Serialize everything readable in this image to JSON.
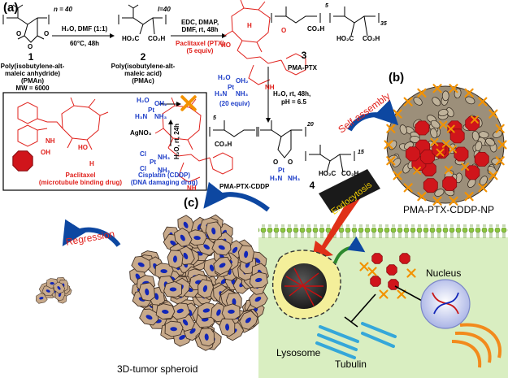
{
  "panel_labels": {
    "a": "(a)",
    "b": "(b)",
    "c": "(c)"
  },
  "reaction": {
    "n_label": "n = 40",
    "l_label": "l=40",
    "step1": [
      "H₂O, DMF (1:1)",
      "60°C, 48h"
    ],
    "step2": [
      "EDC, DMAP,",
      "DMF, rt, 48h"
    ],
    "step2_reagent": [
      "Paclitaxel (PTX)",
      "(5 equiv)"
    ],
    "step3": [
      "H₂O, rt, 48h,",
      "pH = 6.5"
    ],
    "step3_reagent": "(20 equiv)",
    "step_inset": "H₂O, rt, 24h",
    "silver": "AgNO₃",
    "repeat_5a": "5",
    "repeat_35": "35",
    "repeat_5b": "5",
    "repeat_20": "20",
    "repeat_15": "15"
  },
  "compounds": {
    "c1": {
      "number": "1",
      "name": [
        "Poly(isobutylene-alt-",
        "maleic anhydride)",
        "(PMAn)",
        "MW = 6000"
      ]
    },
    "c2": {
      "number": "2",
      "name": [
        "Poly(isobutylene-alt-",
        "maleic acid)",
        "(PMAc)"
      ]
    },
    "c3": {
      "number": "3",
      "name": "PMA-PTX"
    },
    "c4": {
      "number": "4",
      "name": "PMA-PTX-CDDP"
    }
  },
  "atoms": {
    "o": "O",
    "ho": "HO",
    "oh": "OH",
    "h": "H",
    "nh": "NH",
    "pt": "Pt",
    "h2o": "H₂O",
    "oh2": "OH₂",
    "h3n": "H₃N",
    "nh3": "NH₃",
    "cl": "Cl",
    "co2h": "CO₂H",
    "ho2c": "HO₂C",
    "c": "C"
  },
  "legend": {
    "paclitaxel": [
      "Paclitaxel",
      "(microtubule binding drug)"
    ],
    "cisplatin": [
      "Cisplatin (CDDP)",
      "(DNA damaging drug)"
    ]
  },
  "schematic": {
    "self_assembly": "Self-assembly",
    "nanoparticle": "PMA-PTX-CDDP-NP",
    "endocytosis": "Endocytosis",
    "regression": "Regression",
    "spheroid": "3D-tumor spheroid",
    "lysosome": "Lysosome",
    "tubulin": "Tubulin",
    "nucleus": "Nucleus"
  },
  "colors": {
    "red_text": "#e0201b",
    "blue_text": "#1f3fc8",
    "cell_fill": "#d9eec1",
    "membrane_head": "#8cc63f",
    "octagon": "#d0151b",
    "cisplatin_cross": "#f39200",
    "polymer_blob": "#bfb29a",
    "tumor_cell": "#c7a98a",
    "tumor_nucleus": "#1226b8",
    "arrow_blue": "#0d47a1",
    "tubulin": "#35a7d9",
    "nucleus": "#bfc7ea",
    "mito": "#f28a1c",
    "endocytosis_bar": "#1a1a1a",
    "endocytosis_text": "#f7d200",
    "red_arrow": "#e03018"
  }
}
